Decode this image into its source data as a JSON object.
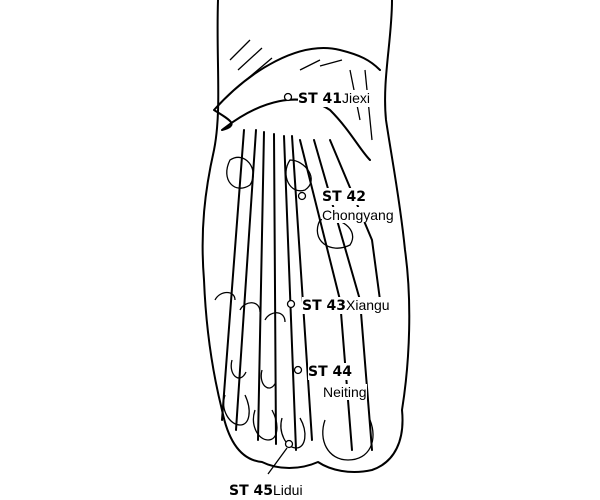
{
  "points": [
    {
      "code": "ST 41",
      "name": "Jiexi"
    },
    {
      "code": "ST 42",
      "name": "Chongyang"
    },
    {
      "code": "ST 43",
      "name": "Xiangu"
    },
    {
      "code": "ST 44",
      "name": "Neiting"
    },
    {
      "code": "ST 45",
      "name": "Lidui"
    }
  ]
}
